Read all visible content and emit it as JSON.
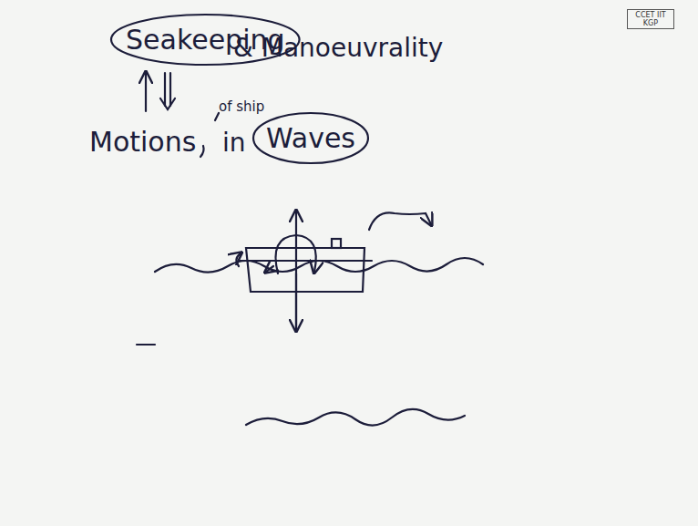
{
  "diagram": {
    "nodes": [
      {
        "text": [
          "Seakeeping"
        ]
      },
      {
        "text": [
          "Waves"
        ]
      }
    ],
    "labels": [
      "& Manoeuvrality",
      "Motions",
      "of ship",
      "in",
      "CCET IIT KGP"
    ]
  }
}
